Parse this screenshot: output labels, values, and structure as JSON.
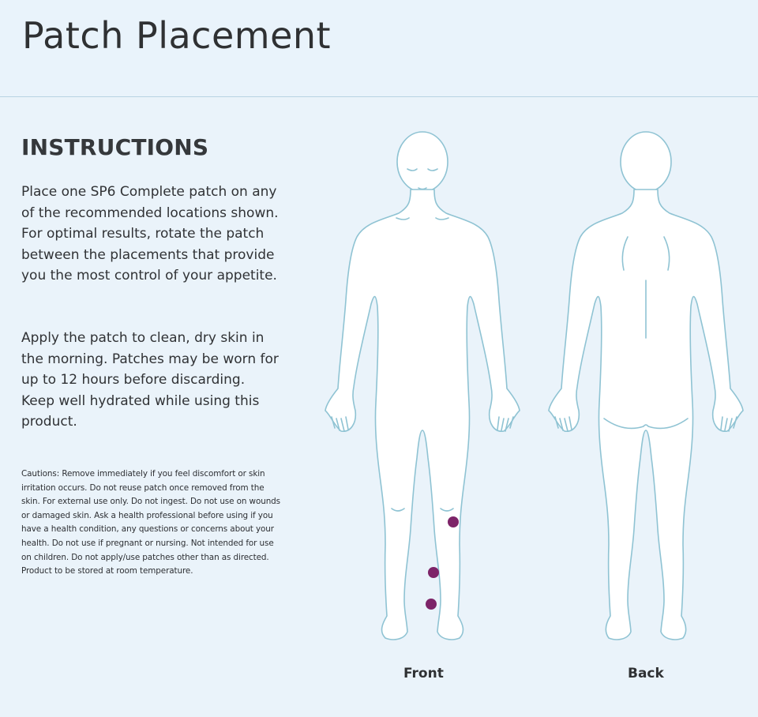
{
  "header": {
    "title": "Patch Placement"
  },
  "instructions": {
    "heading": "INSTRUCTIONS",
    "paragraph_1": "Place one SP6 Complete patch on any of the recommended locations shown. For optimal results, rotate the patch between the placements that provide you the most control of your appetite.",
    "paragraph_2": "Apply the patch to clean, dry skin in the morning. Patches may be worn for up to 12 hours before discarding. Keep well hydrated while using this product.",
    "cautions": "Cautions: Remove immediately if you feel discomfort or skin irritation occurs. Do not reuse patch once removed from the skin. For external use only. Do not ingest. Do not use on wounds or damaged skin. Ask a health professional before using if you have a health condition, any questions or concerns about your health. Do not use if pregnant or nursing. Not intended for use on children. Do not apply/use patches other than as directed. Product to be stored at room temperature."
  },
  "figures": {
    "front_label": "Front",
    "back_label": "Back",
    "outline_color": "#8fc3d3",
    "body_fill": "#ffffff",
    "marker_color": "#7d2468",
    "placements": [
      "front-knee-right",
      "front-shin-right-upper",
      "front-shin-right-lower"
    ]
  }
}
